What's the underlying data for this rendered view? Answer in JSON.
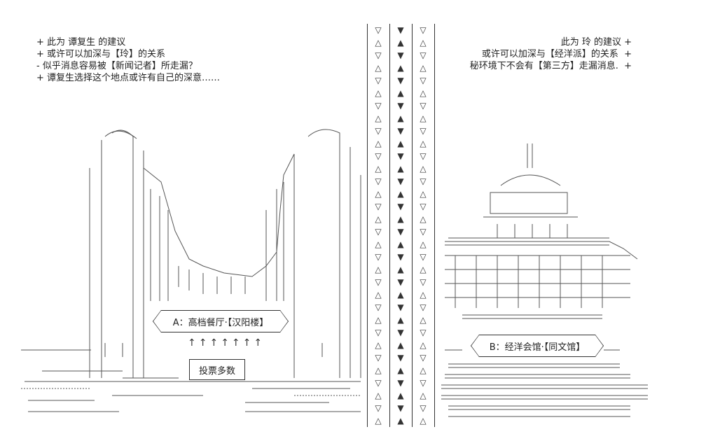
{
  "notes_left": [
    "+ 此为 谭复生 的建议",
    "+ 或许可以加深与【玲】的关系",
    "- 似乎消息容易被【新闻记者】所走漏？",
    "+ 谭复生选择这个地点或许有自己的深意……"
  ],
  "notes_right": [
    "此为 玲 的建议 +",
    "或许可以加深与【经洋派】的关系  +",
    "秘环境下不会有【第三方】走漏消息.  +"
  ],
  "options": {
    "a_label": "A：高档餐厅·【汉阳楼】",
    "b_label": "B：经洋会馆·【同文馆】"
  },
  "vote_button": "投票多数",
  "arrows": "↑↑↑↑↑↑↑",
  "divider": {
    "left_col_icons": "white-triangle-alternating",
    "middle_col_icons": "black-triangle-alternating",
    "right_col_icons": "white-triangle-alternating"
  }
}
